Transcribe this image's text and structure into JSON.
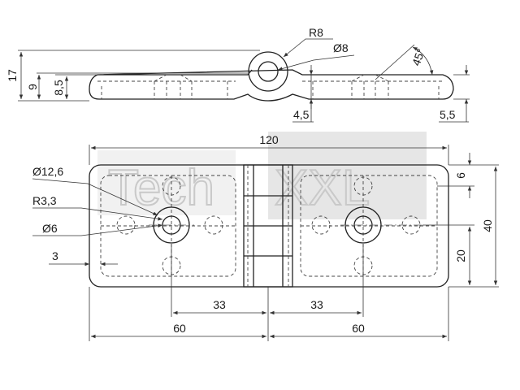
{
  "drawing": {
    "watermark": {
      "brand_left": "Tech",
      "brand_right": "XXL"
    },
    "side_view": {
      "radius_label": "R8",
      "diameter_label": "Ø8",
      "angle_label": "45°",
      "height_total": "17",
      "height_mid": "9",
      "height_plate": "8,5",
      "gap_label": "4,5",
      "thickness_label": "5,5"
    },
    "top_view": {
      "width_total": "120",
      "diameter_counterbore": "Ø12,6",
      "radius_label": "R3,3",
      "diameter_hole": "Ø6",
      "edge_offset": "3",
      "hole_offset_left": "33",
      "hole_offset_right": "33",
      "half_width_left": "60",
      "half_width_right": "60",
      "edge_to_slot": "6",
      "height_total": "40",
      "hole_height": "20"
    }
  }
}
